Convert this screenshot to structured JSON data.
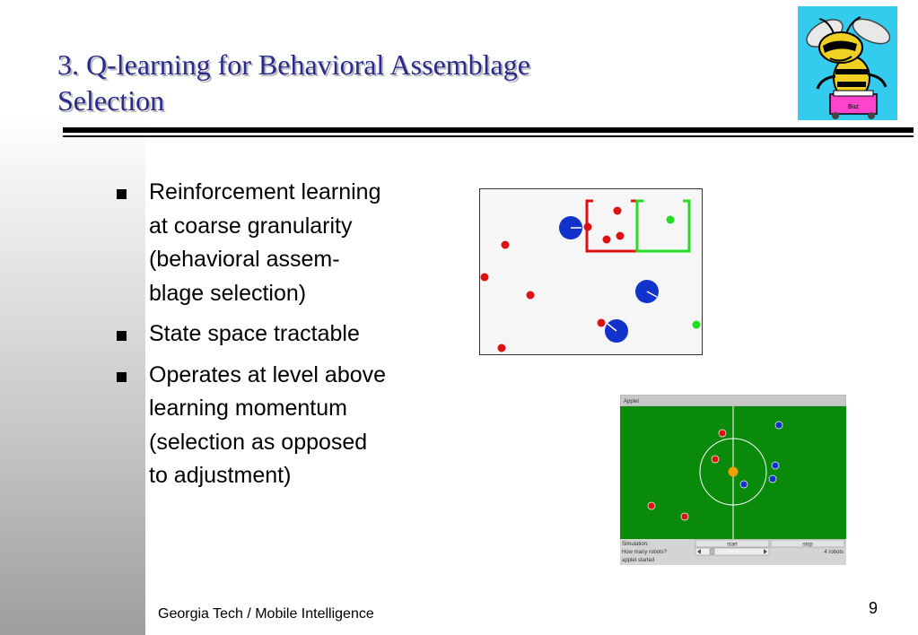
{
  "slide": {
    "title_lines": [
      "3. Q-learning for Behavioral Assemblage",
      "Selection"
    ],
    "bullets": [
      {
        "lines": [
          "Reinforcement learning",
          "at coarse granularity",
          "(behavioral assem-",
          "blage selection)"
        ]
      },
      {
        "lines": [
          "State space tractable"
        ]
      },
      {
        "lines": [
          "Operates at level above",
          "learning momentum",
          "(selection as opposed",
          "to adjustment)"
        ]
      }
    ],
    "footer": "Georgia Tech / Mobile Intelligence",
    "page_number": "9"
  },
  "logo": {
    "badge_text": "Buz"
  },
  "applet": {
    "title_bar": "Applet",
    "row_simulation": "Simulation:",
    "btn_start": "start",
    "btn_stop": "stop",
    "row_robots": "How many robots?",
    "robots_value": "4 robots",
    "status": "applet started"
  },
  "colors": {
    "title": "#2a2a8c",
    "field_green": "#0a8a0a",
    "team_red": "#dd1111",
    "team_blue": "#1133cc",
    "ball": "#f0a000"
  }
}
